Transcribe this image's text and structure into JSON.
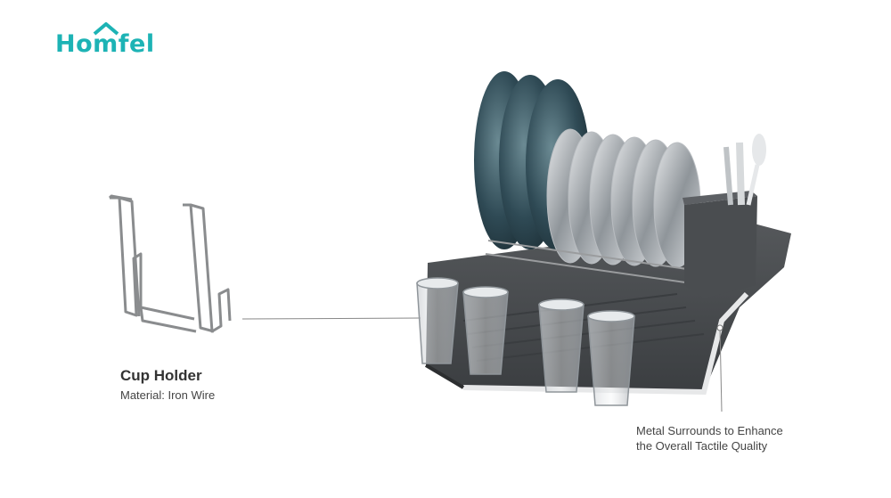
{
  "brand": {
    "name": "Homfel",
    "color": "#1db3b5"
  },
  "callouts": {
    "cup_holder": {
      "title": "Cup Holder",
      "material": "Material: Iron Wire"
    },
    "metal": {
      "line1": "Metal Surrounds to Enhance",
      "line2": "the Overall Tactile Quality"
    }
  },
  "colors": {
    "tray": "#4a4d50",
    "plate_dark": "#2f4a55",
    "wire": "#8a8c8e"
  },
  "icons": {
    "logo_roof": "house-roof-icon"
  }
}
